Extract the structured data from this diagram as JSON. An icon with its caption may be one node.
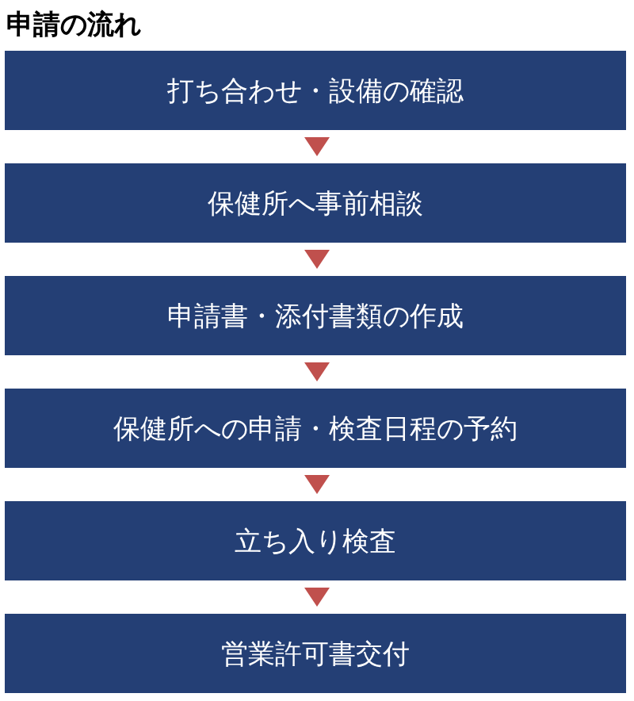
{
  "diagram": {
    "title": "申請の流れ",
    "nodes": [
      {
        "text": [
          "打ち合わせ・設備の確認"
        ]
      },
      {
        "text": [
          "保健所へ事前相談"
        ]
      },
      {
        "text": [
          "申請書・添付書類の作成"
        ]
      },
      {
        "text": [
          "保健所への申請・検査日程の予約"
        ]
      },
      {
        "text": [
          "立ち入り検査"
        ]
      },
      {
        "text": [
          "営業許可書交付"
        ]
      }
    ],
    "edges": [
      {
        "from": 0,
        "to": 1,
        "arrow": "to"
      },
      {
        "from": 1,
        "to": 2,
        "arrow": "to"
      },
      {
        "from": 2,
        "to": 3,
        "arrow": "to"
      },
      {
        "from": 3,
        "to": 4,
        "arrow": "to"
      },
      {
        "from": 4,
        "to": 5,
        "arrow": "to"
      }
    ]
  }
}
